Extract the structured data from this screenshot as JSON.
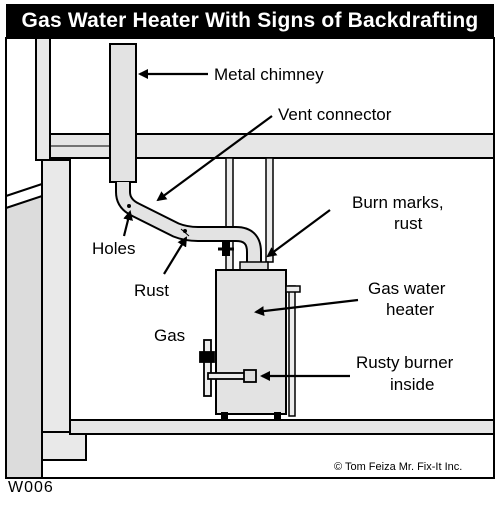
{
  "title": "Gas Water Heater With Signs of Backdrafting",
  "labels": {
    "metal_chimney": "Metal chimney",
    "vent_connector": "Vent connector",
    "burn_marks_1": "Burn marks,",
    "burn_marks_2": "rust",
    "holes": "Holes",
    "rust": "Rust",
    "gas": "Gas",
    "gas_water_heater_1": "Gas water",
    "gas_water_heater_2": "heater",
    "rusty_burner_1": "Rusty burner",
    "rusty_burner_2": "inside"
  },
  "copyright": "© Tom Feiza Mr. Fix-It Inc.",
  "figure_code": "W006"
}
